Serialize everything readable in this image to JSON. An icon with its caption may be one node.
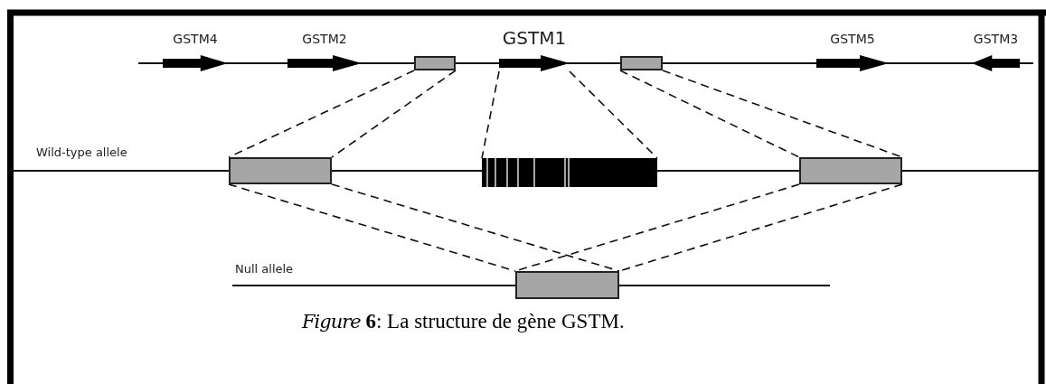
{
  "diagram": {
    "caption": "*Figure* **6**: La structure de gène GSTM.",
    "nodes": [
      {
        "text": [
          "GSTM4"
        ]
      },
      {
        "text": [
          "GSTM2"
        ]
      },
      {
        "text": [],
        "shape": "box"
      },
      {
        "text": [
          "GSTM1"
        ]
      },
      {
        "text": [],
        "shape": "box"
      },
      {
        "text": [
          "GSTM5"
        ]
      },
      {
        "text": [
          "GSTM3"
        ]
      },
      {
        "text": [],
        "shape": "box"
      },
      {
        "text": [],
        "shape": "bar"
      },
      {
        "text": [],
        "shape": "box"
      },
      {
        "text": [],
        "shape": "box"
      }
    ],
    "edges": [
      {
        "from": 2,
        "to": 7,
        "arrow": "none",
        "style": "dashed"
      },
      {
        "from": 2,
        "to": 7,
        "arrow": "none",
        "style": "dashed"
      },
      {
        "from": 3,
        "to": 8,
        "arrow": "none",
        "style": "dashed"
      },
      {
        "from": 3,
        "to": 8,
        "arrow": "none",
        "style": "dashed"
      },
      {
        "from": 4,
        "to": 9,
        "arrow": "none",
        "style": "dashed"
      },
      {
        "from": 4,
        "to": 9,
        "arrow": "none",
        "style": "dashed"
      },
      {
        "from": 7,
        "to": 10,
        "arrow": "none",
        "style": "dashed"
      },
      {
        "from": 7,
        "to": 10,
        "arrow": "none",
        "style": "dashed"
      },
      {
        "from": 9,
        "to": 10,
        "arrow": "none",
        "style": "dashed"
      },
      {
        "from": 9,
        "to": 10,
        "arrow": "none",
        "style": "dashed"
      }
    ],
    "labels": [
      "Wild-type allele",
      "Null allele"
    ]
  }
}
